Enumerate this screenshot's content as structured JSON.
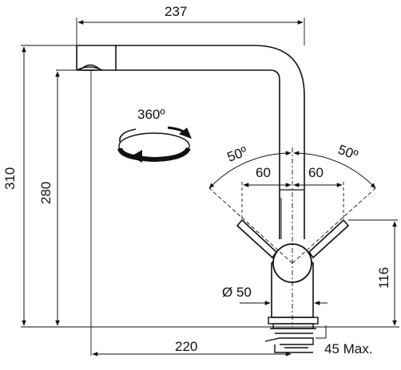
{
  "dimensions": {
    "top_width": "237",
    "total_height": "310",
    "spout_height": "280",
    "rotation": "360º",
    "lever_angle_left": "50º",
    "lever_angle_right": "50º",
    "lever_offset_left": "60",
    "lever_offset_right": "60",
    "base_diameter": "Ø 50",
    "lever_height": "116",
    "reach": "220",
    "max_thickness": "45 Max."
  },
  "colors": {
    "line": "#111111",
    "background": "#ffffff"
  }
}
